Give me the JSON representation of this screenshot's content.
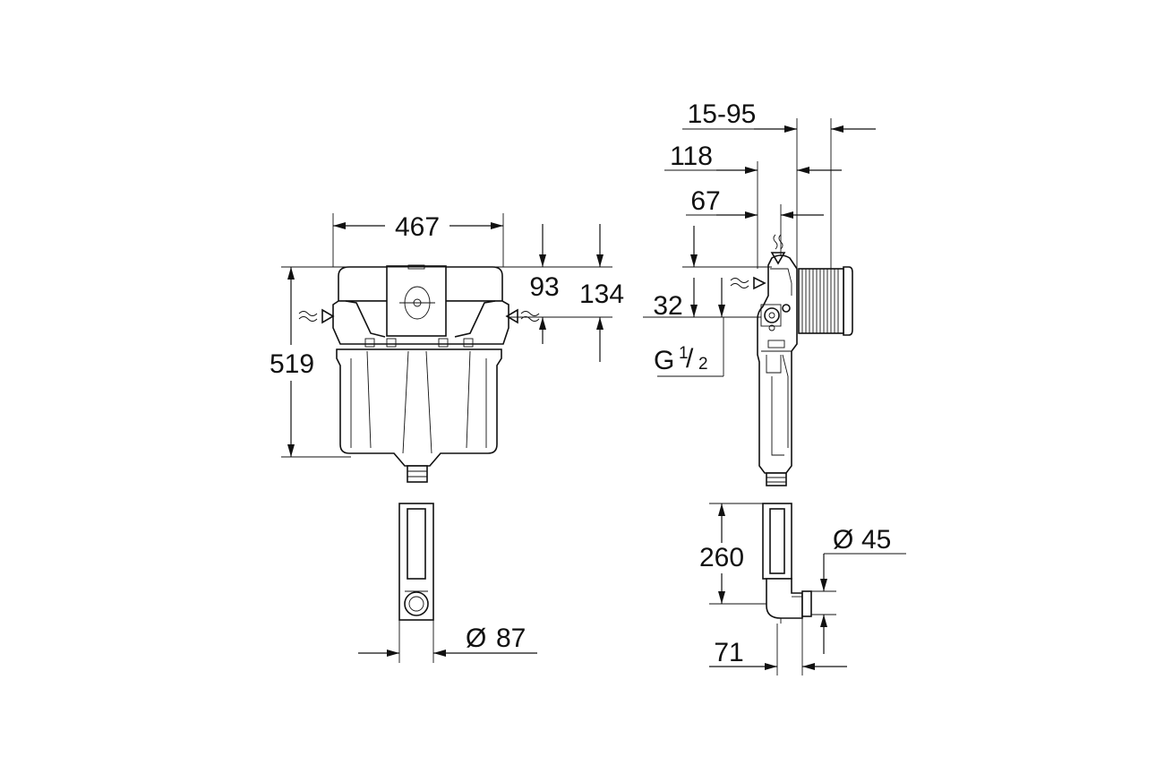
{
  "dimensions": {
    "front_width": "467",
    "front_height": "519",
    "inlet_height_93": "93",
    "inlet_height_134": "134",
    "outlet_diameter": "87",
    "side_15_95": "15-95",
    "side_118": "118",
    "side_67": "67",
    "side_32": "32",
    "thread_prefix": "G",
    "thread_num": "1",
    "thread_den": "2",
    "pipe_length": "260",
    "pipe_diameter": "45",
    "pipe_offset": "71",
    "diameter_symbol": "Ø"
  },
  "colors": {
    "line": "#111111",
    "background": "#ffffff"
  },
  "icons": [
    "water-inlet-icon",
    "water-inlet-icon",
    "water-inlet-icon",
    "water-inlet-icon"
  ]
}
